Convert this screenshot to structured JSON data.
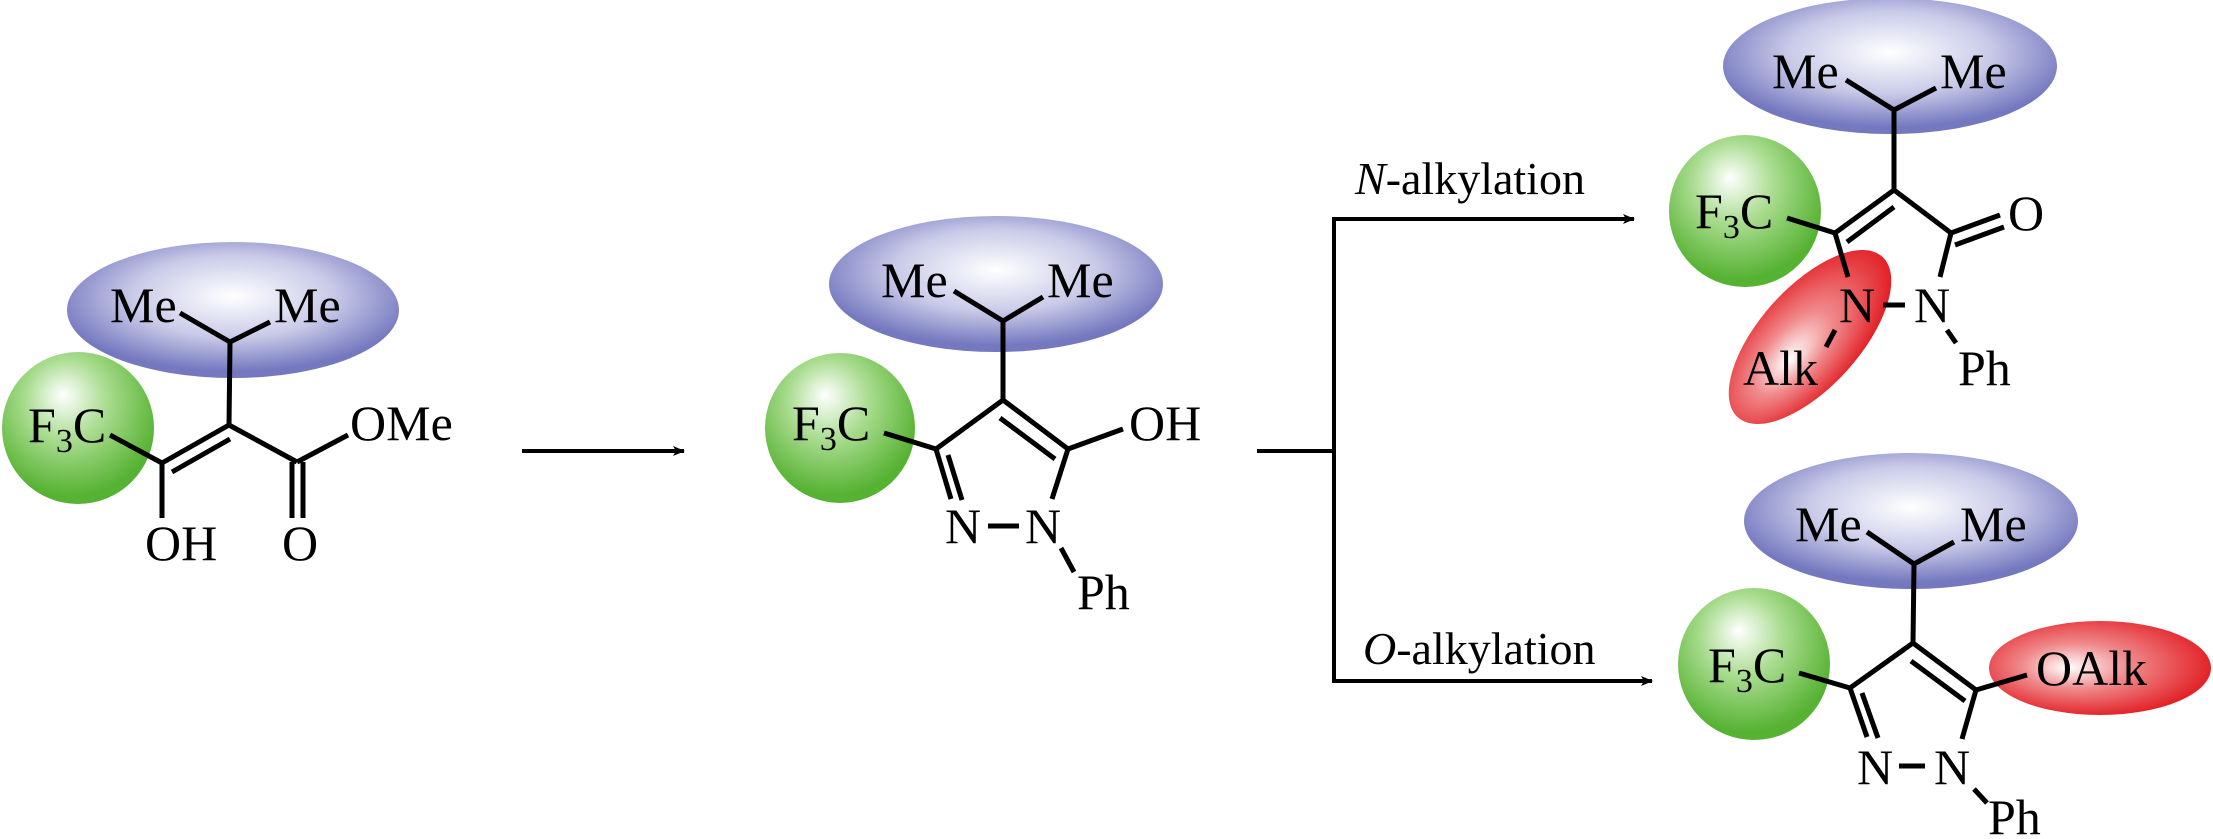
{
  "scheme": {
    "colors": {
      "isopropyl_region": "#7b7fc4",
      "cf3_region": "#5fb83a",
      "alkyl_region": "#e3262c",
      "bonds": "#000000"
    },
    "starting_material": {
      "me_left": "Me",
      "me_right": "Me",
      "cf3": {
        "pre": "F",
        "sub": "3",
        "post": "C"
      },
      "oh": "OH",
      "ome": "OMe",
      "carbonyl_o": "O"
    },
    "pyrazolol": {
      "me_left": "Me",
      "me_right": "Me",
      "cf3": {
        "pre": "F",
        "sub": "3",
        "post": "C"
      },
      "oh": "OH",
      "n_left": "N",
      "n_right": "N",
      "ph": "Ph"
    },
    "branch": {
      "top_label": {
        "italic": "N",
        "rest": "-alkylation"
      },
      "bottom_label": {
        "italic": "O",
        "rest": "-alkylation"
      }
    },
    "n_alkyl_product": {
      "me_left": "Me",
      "me_right": "Me",
      "cf3": {
        "pre": "F",
        "sub": "3",
        "post": "C"
      },
      "carbonyl_o": "O",
      "n_left": "N",
      "n_right": "N",
      "alk": "Alk",
      "ph": "Ph"
    },
    "o_alkyl_product": {
      "me_left": "Me",
      "me_right": "Me",
      "cf3": {
        "pre": "F",
        "sub": "3",
        "post": "C"
      },
      "oalk": "OAlk",
      "n_left": "N",
      "n_right": "N",
      "ph": "Ph"
    }
  }
}
